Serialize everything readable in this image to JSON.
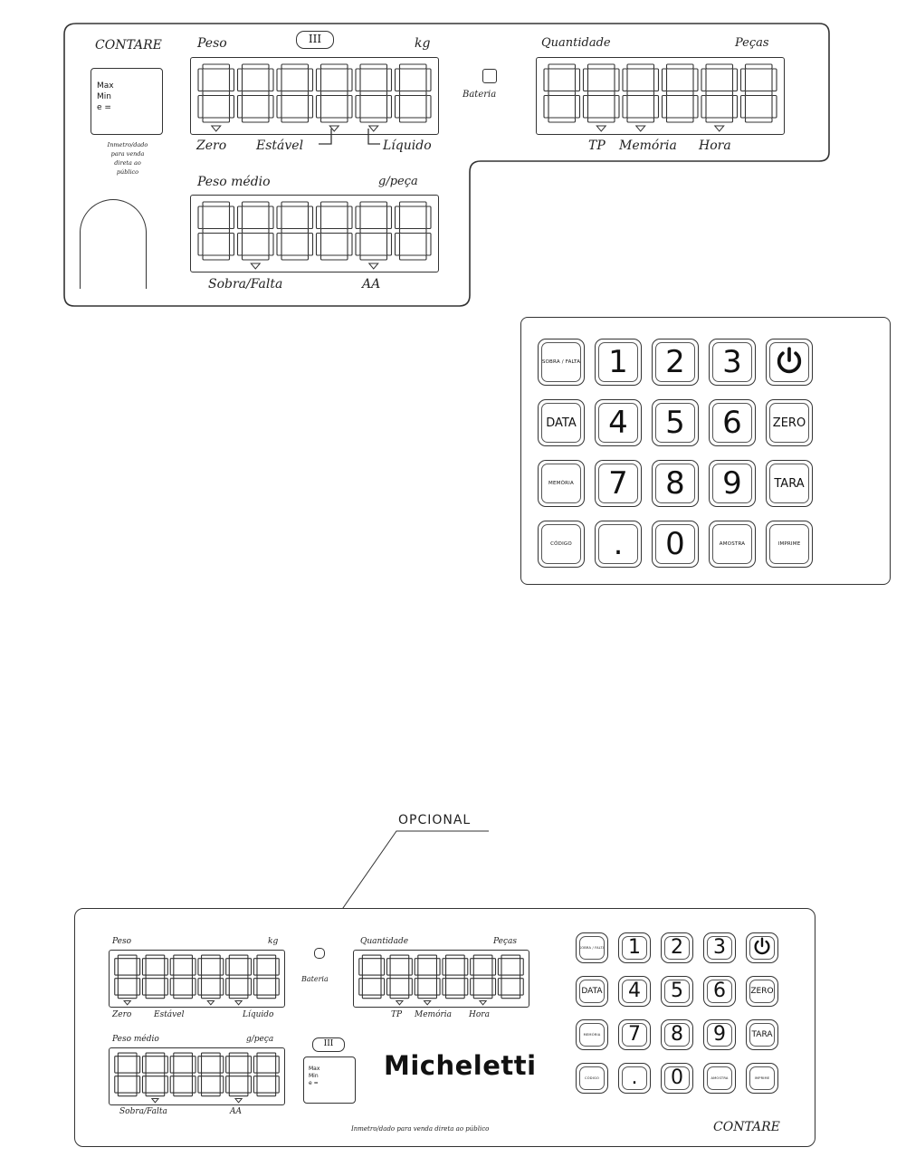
{
  "panel_top": {
    "brand_model": "CONTARE",
    "max_box": {
      "line1": "Max",
      "line2": "Min",
      "line3": "e ="
    },
    "approval_text": [
      "Inmetro/dado",
      "para venda",
      "direta ao",
      "público"
    ],
    "class_mark": "III",
    "weight_display": {
      "label": "Peso",
      "unit": "kg",
      "indicators": [
        "Zero",
        "Estável",
        "Líquido"
      ]
    },
    "battery_label": "Bateria",
    "quantity_display": {
      "label": "Quantidade",
      "unit": "Peças",
      "indicators": [
        "TP",
        "Memória",
        "Hora"
      ]
    },
    "avg_display": {
      "label": "Peso médio",
      "unit": "g/peça",
      "indicators": [
        "Sobra/Falta",
        "AA"
      ]
    }
  },
  "keypad": {
    "rows": [
      [
        {
          "label": "SOBRA / FALTA",
          "name": "sobra-falta-key"
        },
        {
          "label": "1",
          "name": "key-1"
        },
        {
          "label": "2",
          "name": "key-2"
        },
        {
          "label": "3",
          "name": "key-3"
        },
        {
          "label": "power-icon",
          "name": "power-key"
        }
      ],
      [
        {
          "label": "DATA",
          "name": "data-key"
        },
        {
          "label": "4",
          "name": "key-4"
        },
        {
          "label": "5",
          "name": "key-5"
        },
        {
          "label": "6",
          "name": "key-6"
        },
        {
          "label": "ZERO",
          "name": "zero-key"
        }
      ],
      [
        {
          "label": "MEMÓRIA",
          "name": "memoria-key"
        },
        {
          "label": "7",
          "name": "key-7"
        },
        {
          "label": "8",
          "name": "key-8"
        },
        {
          "label": "9",
          "name": "key-9"
        },
        {
          "label": "TARA",
          "name": "tara-key"
        }
      ],
      [
        {
          "label": "CÓDIGO",
          "name": "codigo-key"
        },
        {
          "label": ".",
          "name": "key-dot"
        },
        {
          "label": "0",
          "name": "key-0"
        },
        {
          "label": "AMOSTRA",
          "name": "amostra-key"
        },
        {
          "label": "IMPRIME",
          "name": "imprime-key"
        }
      ]
    ]
  },
  "bottom": {
    "optional_callout": "OPCIONAL",
    "brand_logo": "Micheletti",
    "model": "CONTARE",
    "approval_line": "Inmetro/dado para venda direta ao público",
    "weight_label": "Peso",
    "weight_unit": "kg",
    "weight_indicators": [
      "Zero",
      "Estável",
      "Líquido"
    ],
    "battery_label": "Bateria",
    "quantity_label": "Quantidade",
    "quantity_unit": "Peças",
    "quantity_indicators": [
      "TP",
      "Memória",
      "Hora"
    ],
    "avg_label": "Peso médio",
    "avg_unit": "g/peça",
    "avg_indicators": [
      "Sobra/Falta",
      "AA"
    ],
    "class_mark": "III",
    "max_box": {
      "line1": "Max",
      "line2": "Min",
      "line3": "e ="
    }
  }
}
